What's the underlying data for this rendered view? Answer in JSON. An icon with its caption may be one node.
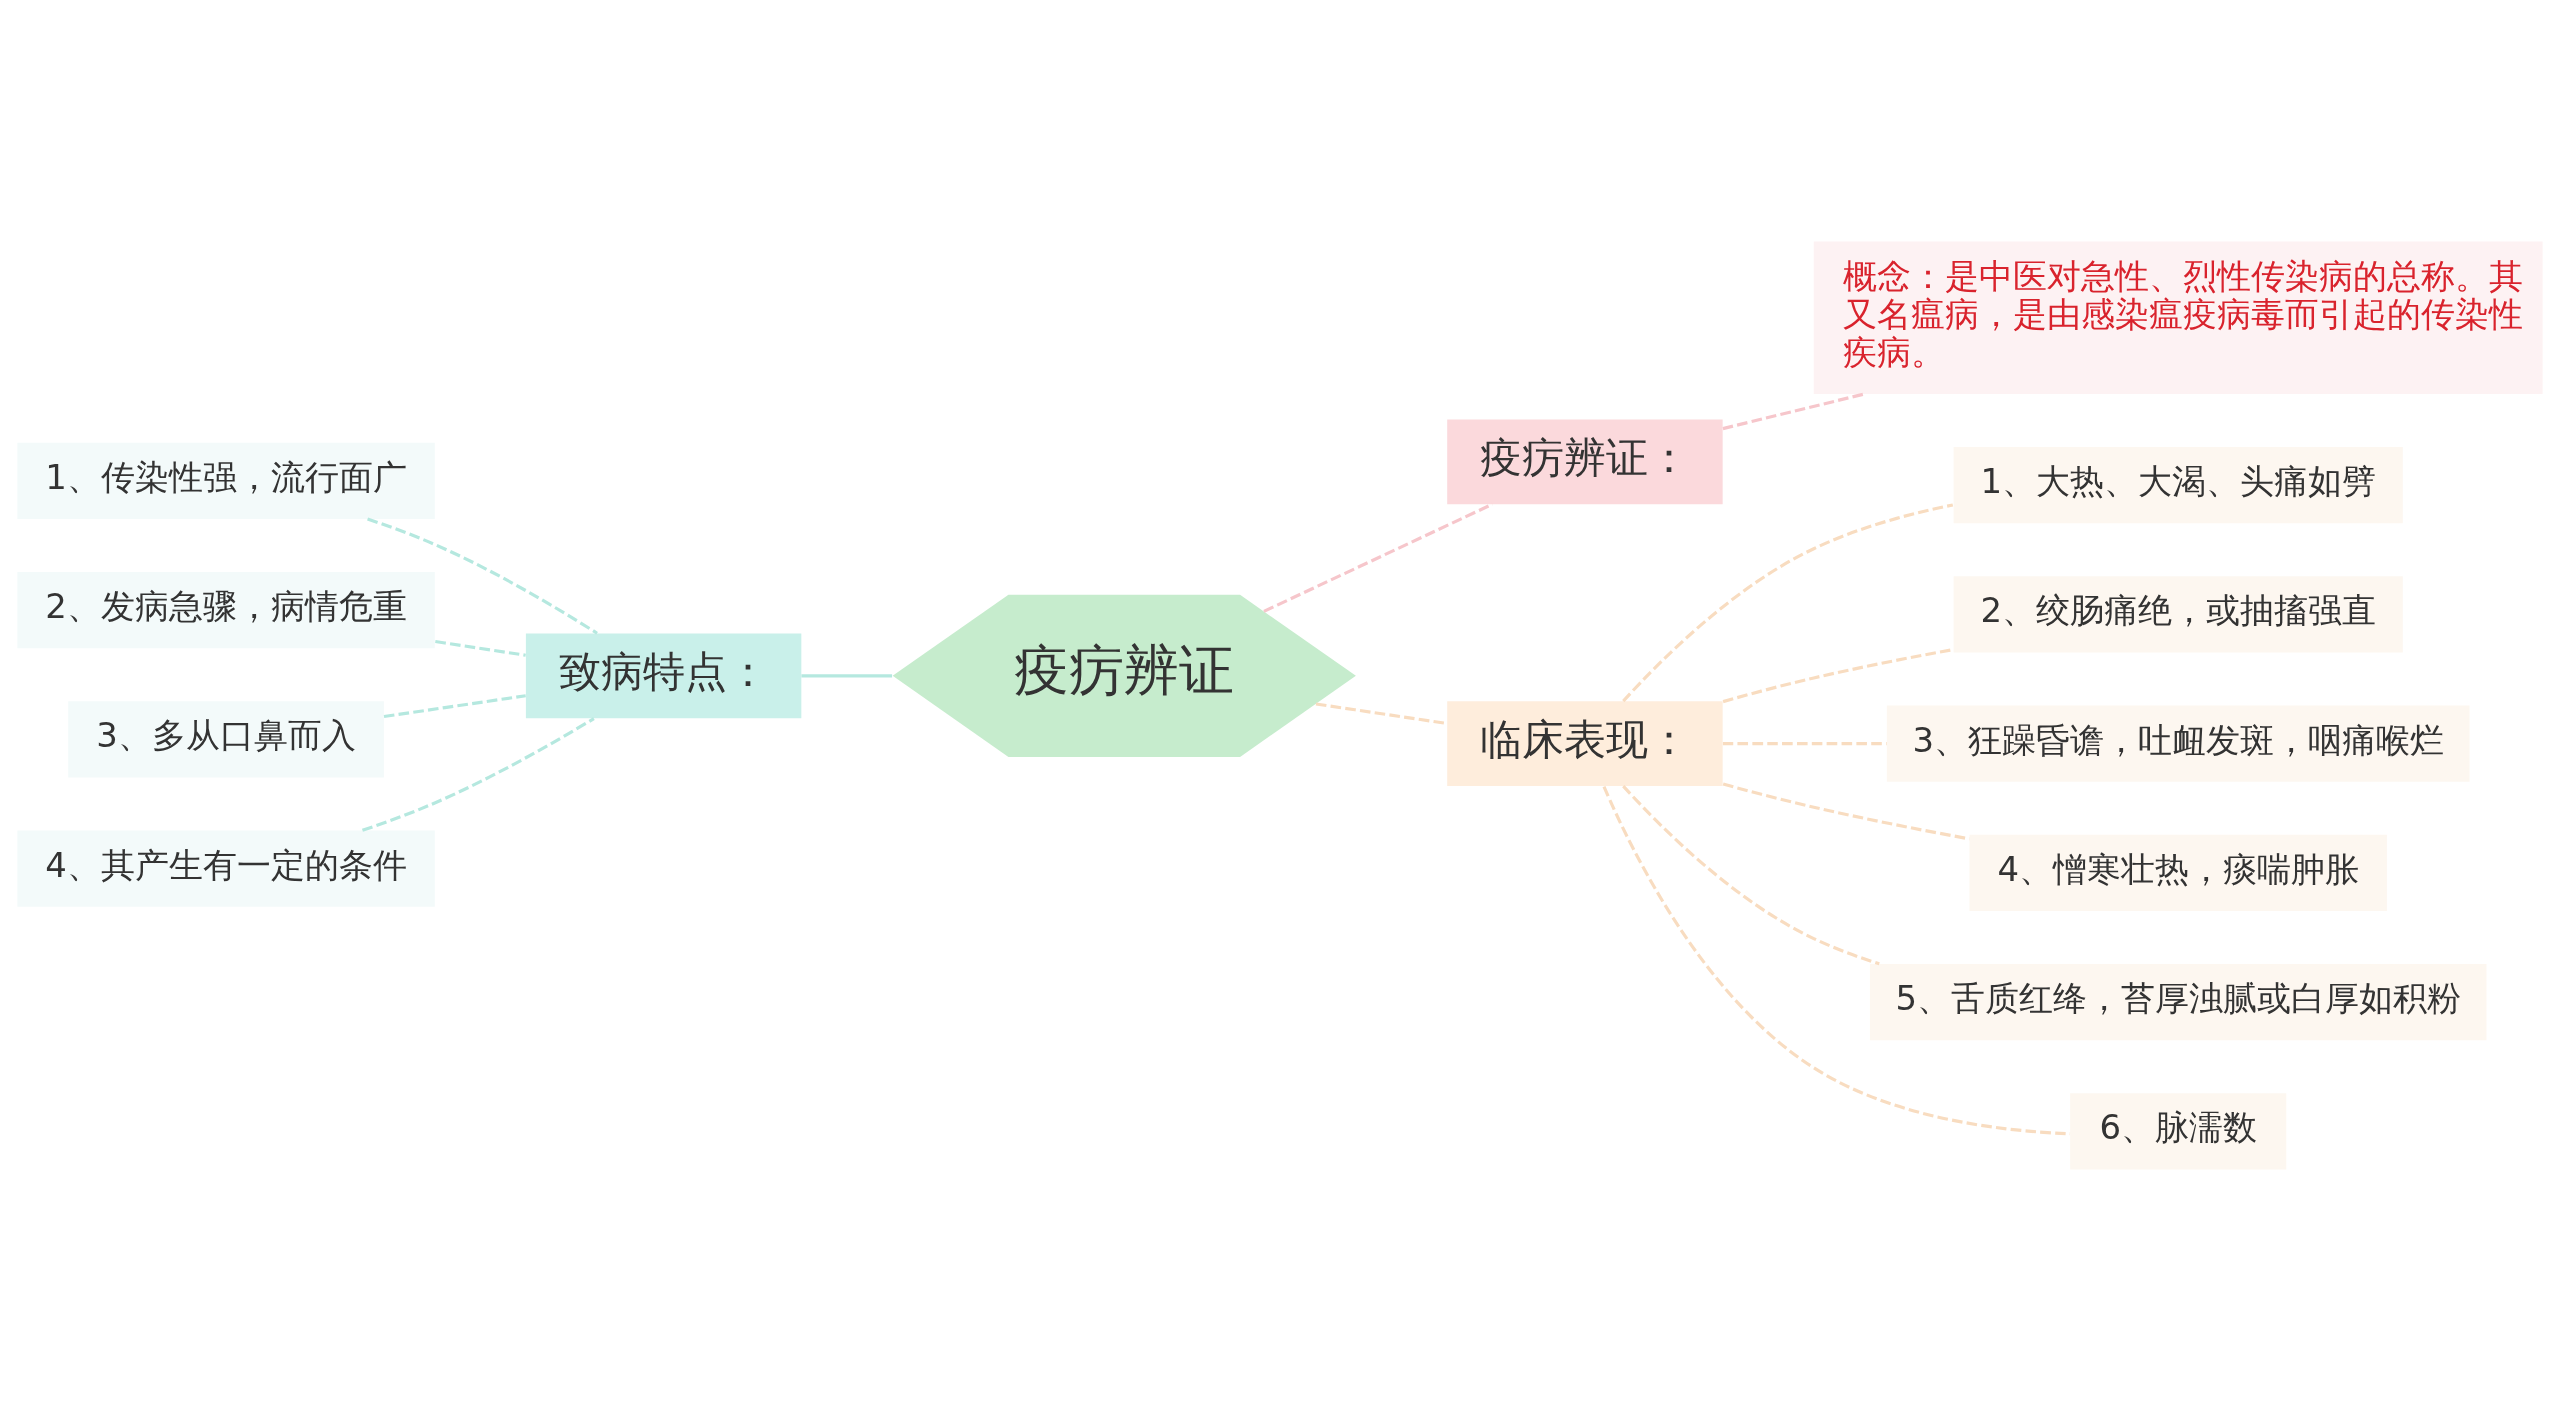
{
  "diagram": {
    "nodes": [
      {
        "text": [
          "疫疠辨证"
        ]
      },
      {
        "text": [
          "致病特点："
        ]
      },
      {
        "text": [
          "1、传染性强，流行面广"
        ]
      },
      {
        "text": [
          "2、发病急骤，病情危重"
        ]
      },
      {
        "text": [
          "3、多从口鼻而入"
        ]
      },
      {
        "text": [
          "4、其产生有一定的条件"
        ]
      },
      {
        "text": [
          "疫疠辨证："
        ]
      },
      {
        "text": [
          "概念：是中医对急性、烈性传染病的总称。其又名瘟病，是由感染瘟疫病毒而引起的传染性疾病。"
        ]
      },
      {
        "text": [
          "临床表现："
        ]
      },
      {
        "text": [
          "1、大热、大渴、头痛如劈"
        ]
      },
      {
        "text": [
          "2、绞肠痛绝，或抽搐强直"
        ]
      },
      {
        "text": [
          "3、狂躁昏谵，吐衄发斑，咽痛喉烂"
        ]
      },
      {
        "text": [
          "4、憎寒壮热，痰喘肿胀"
        ]
      },
      {
        "text": [
          "5、舌质红绛，苔厚浊腻或白厚如积粉"
        ]
      },
      {
        "text": [
          "6、脉濡数"
        ]
      }
    ],
    "edges": [
      {
        "from": 0,
        "to": 1,
        "arrow": "none",
        "color": "#b5e8df"
      },
      {
        "from": 1,
        "to": 2,
        "arrow": "none",
        "style": "dashed",
        "color": "#b5e8df"
      },
      {
        "from": 1,
        "to": 3,
        "arrow": "none",
        "style": "dashed",
        "color": "#b5e8df"
      },
      {
        "from": 1,
        "to": 4,
        "arrow": "none",
        "style": "dashed",
        "color": "#b5e8df"
      },
      {
        "from": 1,
        "to": 5,
        "arrow": "none",
        "style": "dashed",
        "color": "#b5e8df"
      },
      {
        "from": 0,
        "to": 6,
        "arrow": "none",
        "style": "dashed",
        "color": "#f6c6cb"
      },
      {
        "from": 6,
        "to": 7,
        "arrow": "none",
        "style": "dashed",
        "color": "#f6c6cb"
      },
      {
        "from": 0,
        "to": 8,
        "arrow": "none",
        "style": "dashed"
      },
      {
        "from": 8,
        "to": 9,
        "arrow": "none",
        "style": "dashed"
      },
      {
        "from": 8,
        "to": 10,
        "arrow": "none",
        "style": "dashed"
      },
      {
        "from": 8,
        "to": 11,
        "arrow": "none",
        "style": "dashed"
      },
      {
        "from": 8,
        "to": 12,
        "arrow": "none",
        "style": "dashed"
      },
      {
        "from": 8,
        "to": 13,
        "arrow": "none",
        "style": "dashed"
      },
      {
        "from": 8,
        "to": 14,
        "arrow": "none",
        "style": "dashed"
      }
    ]
  }
}
